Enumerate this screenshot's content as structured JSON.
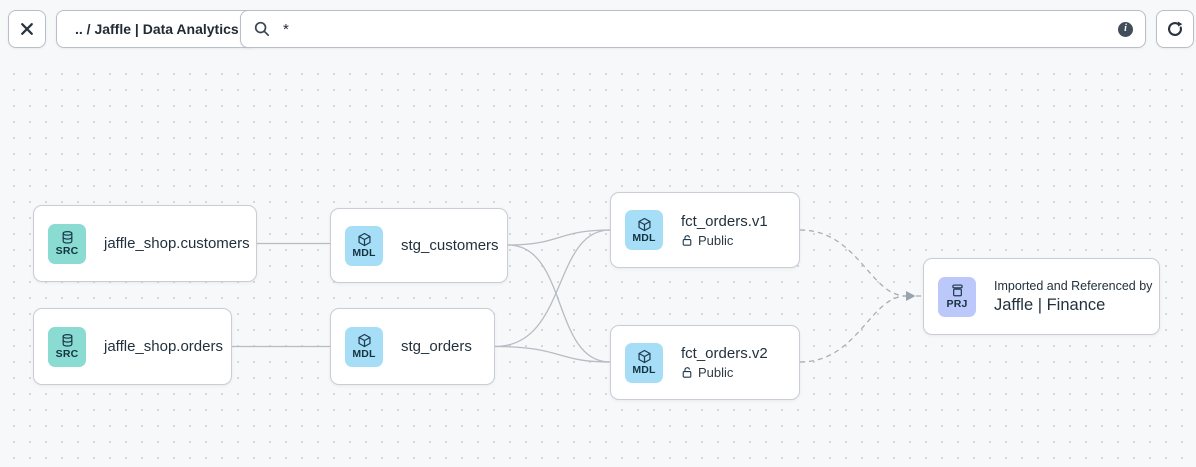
{
  "toolbar": {
    "breadcrumb": ".. / Jaffle | Data Analytics",
    "search": {
      "value": "*"
    },
    "info_glyph": "i",
    "icons": [
      "close-icon",
      "search-icon",
      "info-icon",
      "refresh-icon"
    ]
  },
  "graph": {
    "nodes": [
      {
        "type": "SRC",
        "label": "jaffle_shop.customers"
      },
      {
        "type": "SRC",
        "label": "jaffle_shop.orders"
      },
      {
        "type": "MDL",
        "label": "stg_customers"
      },
      {
        "type": "MDL",
        "label": "stg_orders"
      },
      {
        "type": "MDL",
        "label": "fct_orders.v1",
        "access": "Public"
      },
      {
        "type": "MDL",
        "label": "fct_orders.v2",
        "access": "Public"
      },
      {
        "type": "PRJ",
        "caption": "Imported and Referenced by",
        "label": "Jaffle | Finance"
      }
    ],
    "edges": [
      {
        "from": "jaffle_shop.customers",
        "to": "stg_customers",
        "style": "solid"
      },
      {
        "from": "jaffle_shop.orders",
        "to": "stg_orders",
        "style": "solid"
      },
      {
        "from": "stg_customers",
        "to": "fct_orders.v1",
        "style": "solid"
      },
      {
        "from": "stg_customers",
        "to": "fct_orders.v2",
        "style": "solid"
      },
      {
        "from": "stg_orders",
        "to": "fct_orders.v1",
        "style": "solid"
      },
      {
        "from": "stg_orders",
        "to": "fct_orders.v2",
        "style": "solid"
      },
      {
        "from": "fct_orders.v1",
        "to": "Jaffle | Finance",
        "style": "dashed"
      },
      {
        "from": "fct_orders.v2",
        "to": "Jaffle | Finance",
        "style": "dashed"
      }
    ]
  },
  "colors": {
    "src_badge": "#8ADBD2",
    "mdl_badge": "#A6DEF8",
    "prj_badge": "#BCC7FA",
    "edge_solid": "#B6BCC5",
    "edge_dashed": "#A8AFBA",
    "canvas_bg": "#F7F8F9",
    "text": "#212B36"
  }
}
